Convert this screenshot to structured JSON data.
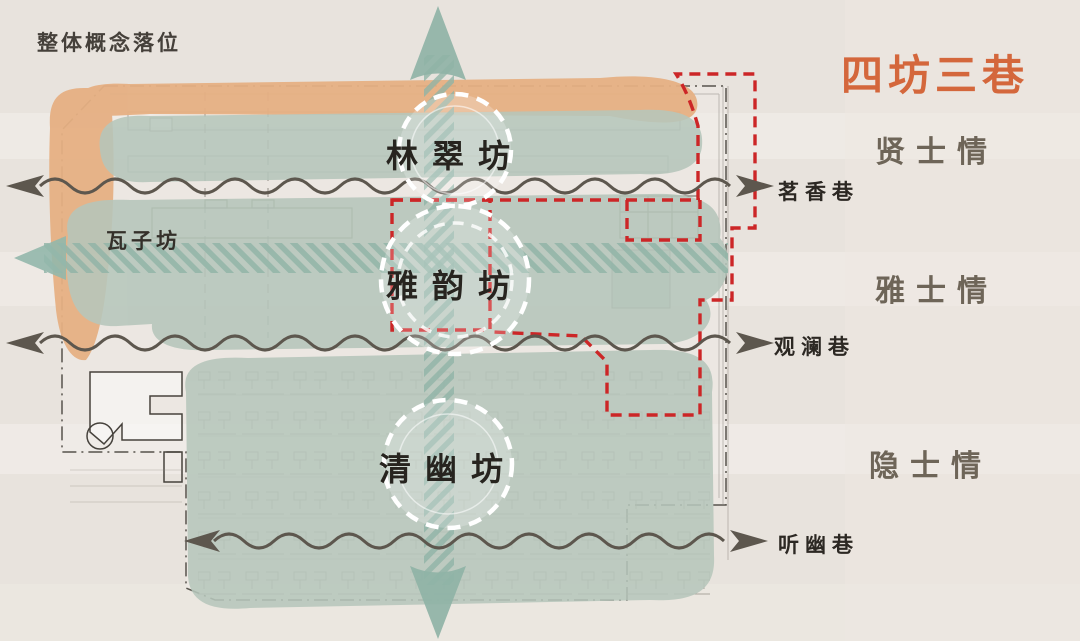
{
  "header": {
    "title": "整体概念落位",
    "concept": "四坊三巷"
  },
  "fangs": [
    {
      "label": "林翠坊"
    },
    {
      "label": "雅韵坊"
    },
    {
      "label": "清幽坊"
    },
    {
      "label": "瓦子坊"
    }
  ],
  "lanes": [
    {
      "label": "茗香巷"
    },
    {
      "label": "观澜巷"
    },
    {
      "label": "听幽巷"
    }
  ],
  "moods": [
    {
      "label": "贤士情"
    },
    {
      "label": "雅士情"
    },
    {
      "label": "隐士情"
    }
  ],
  "colors": {
    "background": "#e8e3dd",
    "accent_orange": "#d4673c",
    "border_blob_orange": "#e6b083",
    "zone_green": "#b6c6bb",
    "axis_teal": "#8fb3a6",
    "boundary_red": "#cc2627",
    "arrow_dark": "#5d574e"
  }
}
